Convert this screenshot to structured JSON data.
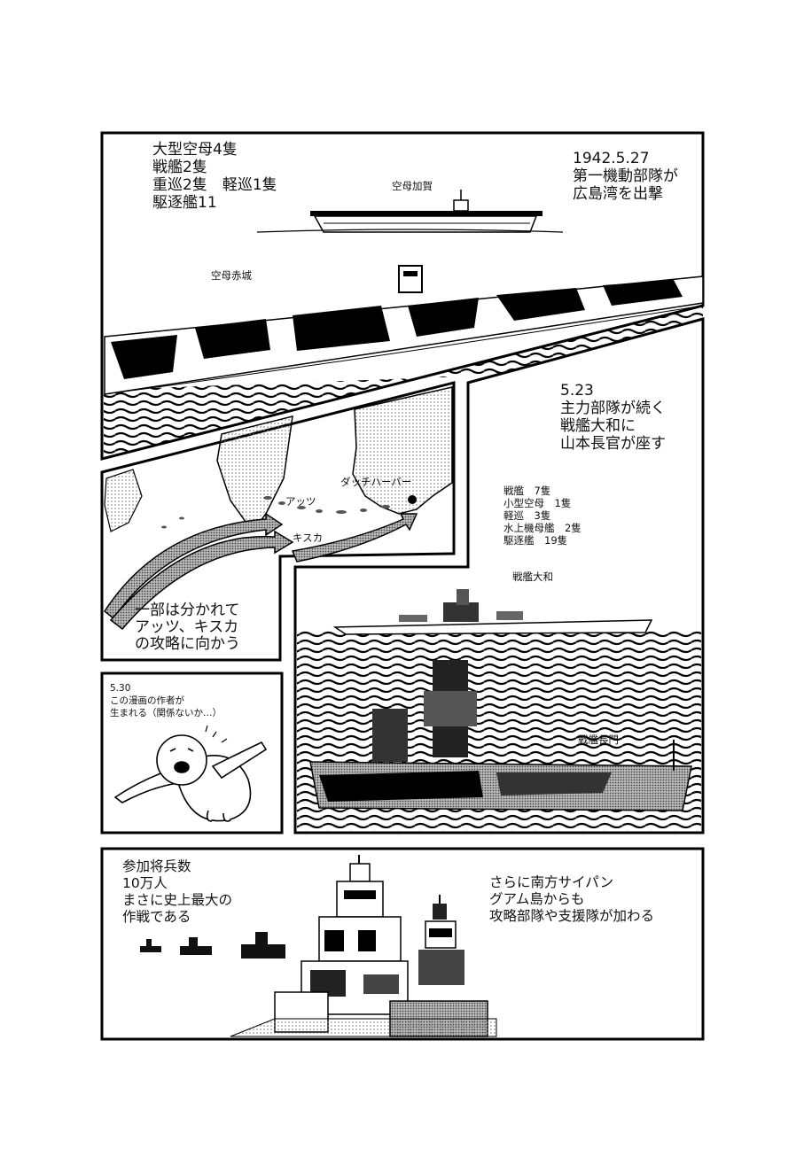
{
  "panels": {
    "p1": {
      "fleet_lines": [
        "大型空母4隻",
        "戦艦2隻",
        "重巡2隻　軽巡1隻",
        "駆逐艦11"
      ],
      "date": "1942.5.27",
      "caption_lines": [
        "第一機動部隊が",
        "広島湾を出撃"
      ],
      "label_kaga": "空母加賀",
      "label_akagi": "空母赤城"
    },
    "p2": {
      "map_label_dutch_harbor": "ダッチハーバー",
      "map_label_attu": "アッツ",
      "map_label_kiska": "キスカ",
      "caption_lines": [
        "一部は分かれて",
        "アッツ、キスカ",
        "の攻略に向かう"
      ]
    },
    "p3": {
      "date": "5.23",
      "caption_lines": [
        "主力部隊が続く",
        "戦艦大和に",
        "山本長官が座す"
      ],
      "fleet_lines": [
        "戦艦　7隻",
        "小型空母　1隻",
        "軽巡　3隻",
        "水上機母艦　2隻",
        "駆逐艦　19隻"
      ],
      "label_yamato": "戦艦大和",
      "label_nagato": "戦艦長門"
    },
    "p4": {
      "caption_lines": [
        "5.30",
        "この漫画の作者が",
        "生まれる（関係ないか…）"
      ]
    },
    "p5": {
      "left_lines": [
        "参加将兵数",
        "10万人",
        "まさに史上最大の",
        "作戦である"
      ],
      "right_lines": [
        "さらに南方サイパン",
        "グアム島からも",
        "攻略部隊や支援隊が加わる"
      ]
    }
  }
}
